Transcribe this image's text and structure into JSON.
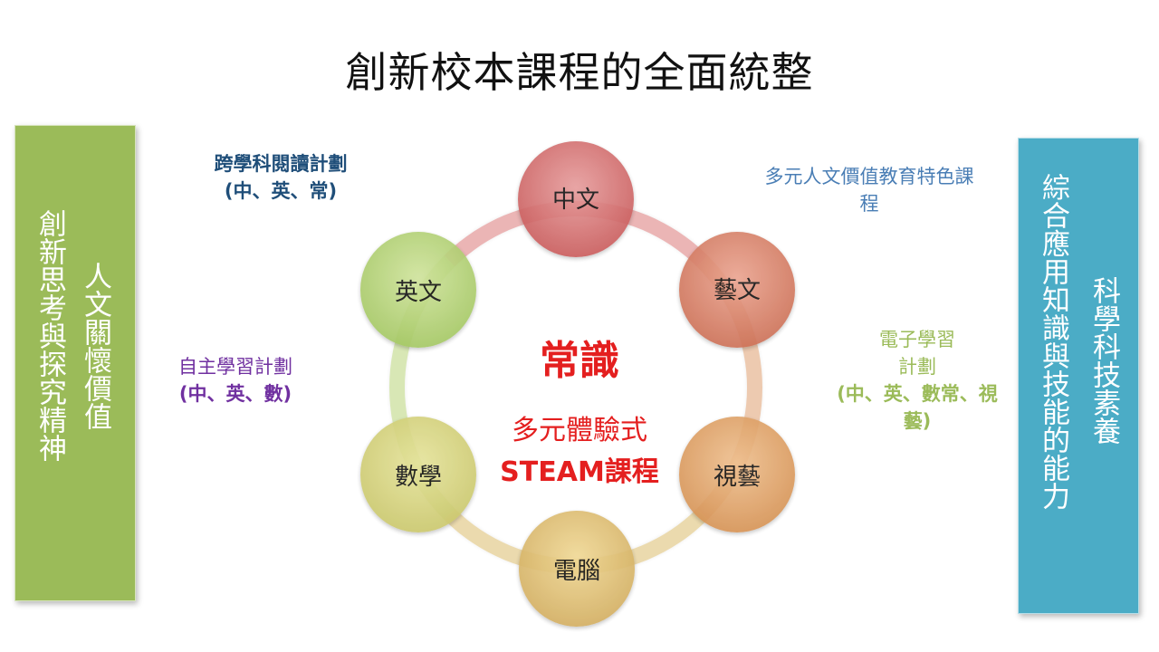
{
  "title": "創新校本課程的全面統整",
  "left_panel": {
    "line_a": "人文關懷價值",
    "line_b": "創新思考與探究精神",
    "color": "#9bbb59"
  },
  "right_panel": {
    "line_a": "科學科技素養",
    "line_b": "綜合應用知識與技能的能力",
    "color": "#4bacc6"
  },
  "notes": {
    "cross_reading": {
      "line1": "跨學科閱讀計劃",
      "line2": "(中、英、常)"
    },
    "self_learning": {
      "line1": "自主學習計劃",
      "line2": "(中、英、數)"
    },
    "values_edu": {
      "line1": "多元人文價值教育特色課",
      "line2": "程"
    },
    "e_learning": {
      "line1": "電子學習",
      "line2": "計劃",
      "line3": "(中、英、數常、視",
      "line4": "藝)"
    }
  },
  "center": {
    "main": "常識",
    "sub1": "多元體驗式",
    "sub2": "STEAM課程"
  },
  "nodes": {
    "chinese": "中文",
    "arts": "藝文",
    "visual_arts": "視藝",
    "computer": "電腦",
    "math": "數學",
    "english": "英文"
  }
}
